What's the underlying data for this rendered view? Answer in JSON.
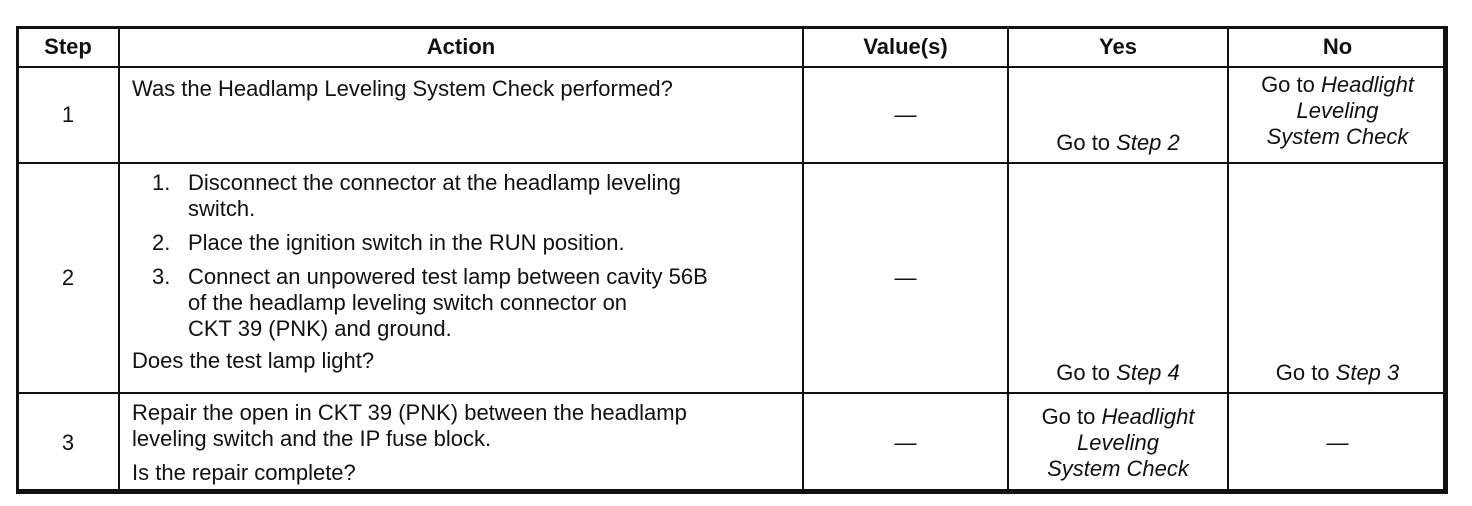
{
  "headers": {
    "step": "Step",
    "action": "Action",
    "values": "Value(s)",
    "yes": "Yes",
    "no": "No"
  },
  "rows": [
    {
      "step": "1",
      "action_text": "Was the Headlamp Leveling System Check performed?",
      "values": "—",
      "yes_prefix": "Go to ",
      "yes_italic": "Step 2",
      "no_prefix": "Go to ",
      "no_italic_1": "Headlight",
      "no_italic_2": "Leveling",
      "no_italic_3": "System Check"
    },
    {
      "step": "2",
      "substeps": [
        {
          "num": "1.",
          "text_1": "Disconnect the connector at the headlamp leveling",
          "text_2": "switch."
        },
        {
          "num": "2.",
          "text_1": "Place the ignition switch in the RUN position."
        },
        {
          "num": "3.",
          "text_1": "Connect an unpowered test lamp between cavity 56B",
          "text_2": "of the headlamp leveling switch connector on",
          "text_3": "CKT 39 (PNK) and ground."
        }
      ],
      "question": "Does the test lamp light?",
      "values": "—",
      "yes_prefix": "Go to ",
      "yes_italic": "Step 4",
      "no_prefix": "Go to ",
      "no_italic": "Step 3"
    },
    {
      "step": "3",
      "action_line_1": "Repair the open in CKT 39 (PNK) between the headlamp",
      "action_line_2": "leveling switch and the IP fuse block.",
      "question": "Is the repair complete?",
      "values": "—",
      "yes_prefix": "Go to ",
      "yes_italic_1": "Headlight",
      "yes_italic_2": "Leveling",
      "yes_italic_3": "System Check",
      "no": "—"
    }
  ]
}
